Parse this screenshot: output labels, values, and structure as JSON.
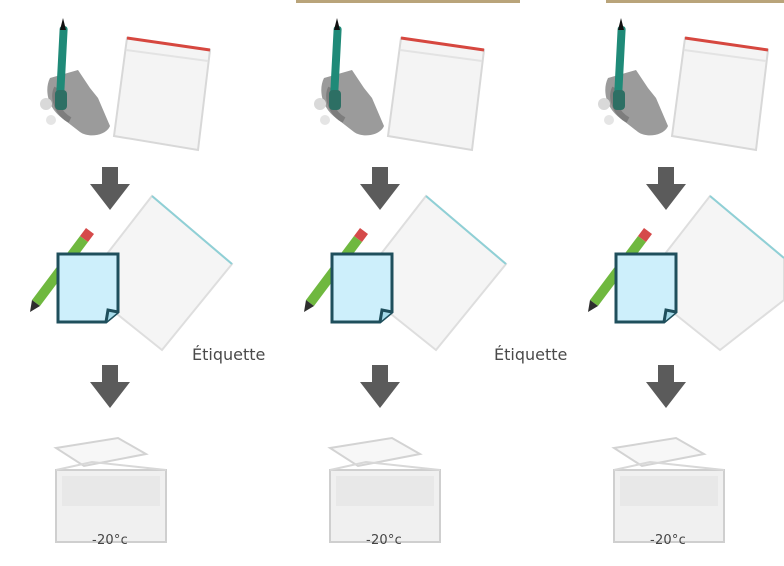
{
  "diagram": {
    "label_etiquette": "Étiquette",
    "freezer_temperature": "-20°c",
    "columns": [
      {
        "name": "column-1"
      },
      {
        "name": "column-2"
      },
      {
        "name": "column-3"
      }
    ],
    "colors": {
      "arrow": "#5b5b5b",
      "note_fill": "#cdeffb",
      "note_stroke": "#1f4f5c",
      "tool_green": "#1f8a78",
      "glove": "#9a9a9a",
      "bag_edge": "#d6473f",
      "pencil_green": "#6fb83f"
    }
  }
}
